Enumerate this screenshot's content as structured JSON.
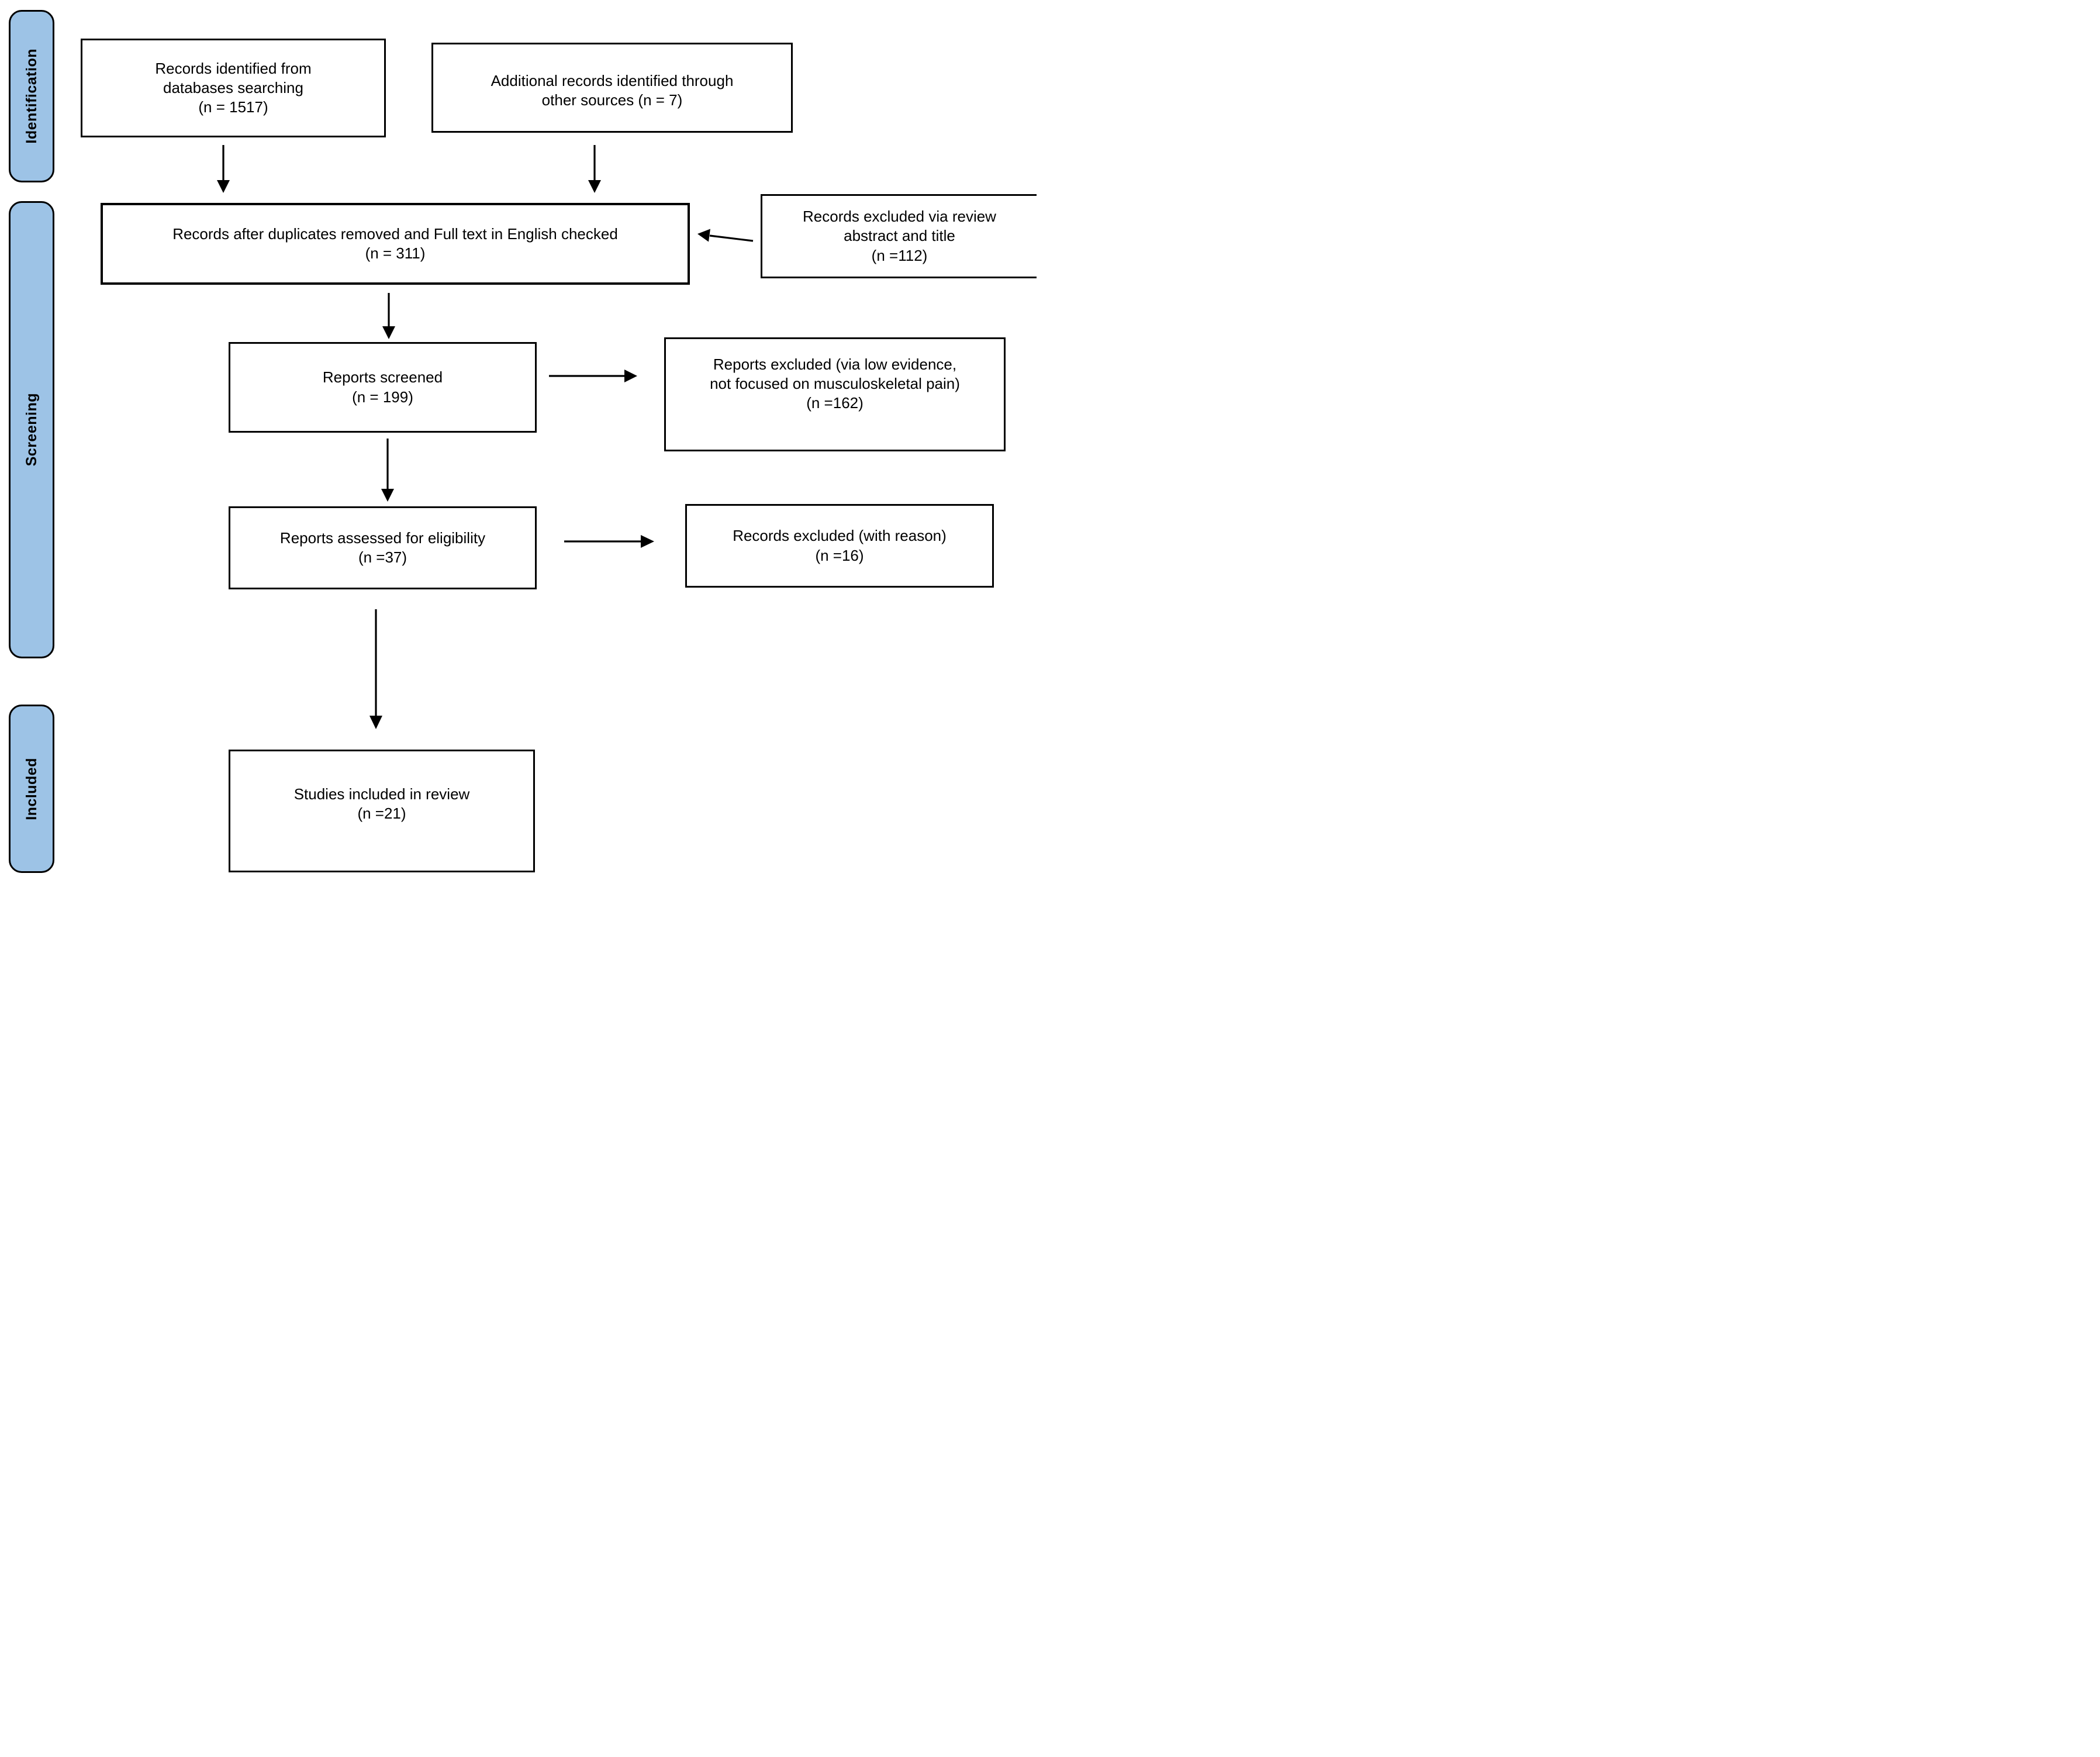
{
  "diagram_type": "PRISMA flow diagram",
  "colors": {
    "stage_fill": "#9DC3E6",
    "line": "#000000",
    "box_bg": "#FFFFFF",
    "text": "#000000"
  },
  "stages": [
    {
      "label": "Identification"
    },
    {
      "label": "Screening"
    },
    {
      "label": "Included"
    }
  ],
  "boxes": {
    "identified": {
      "text": "Records identified from\ndatabases searching\n(n = 1517)",
      "n": 1517
    },
    "additional": {
      "text": "Additional records identified through\nother sources (n = 7)",
      "n": 7
    },
    "deduplicated": {
      "text": "Records after duplicates removed and Full text in English checked\n(n = 311)",
      "n": 311
    },
    "excluded_title": {
      "text": "Records excluded via review\nabstract and title\n(n =112)",
      "n": 112
    },
    "screened": {
      "text": "Reports screened\n(n = 199)",
      "n": 199
    },
    "excluded_screen": {
      "text": "Reports excluded (via low evidence,\nnot focused on musculoskeletal pain)\n(n =162)",
      "n": 162
    },
    "assessed": {
      "text": "Reports assessed for eligibility\n(n =37)",
      "n": 37
    },
    "excluded_reason": {
      "text": "Records excluded (with reason)\n(n =16)",
      "n": 16
    },
    "included": {
      "text": "Studies included in review\n(n =21)",
      "n": 21
    }
  },
  "arrows": [
    {
      "from": "identified",
      "to": "deduplicated"
    },
    {
      "from": "additional",
      "to": "deduplicated"
    },
    {
      "from": "excluded_title",
      "to": "deduplicated"
    },
    {
      "from": "deduplicated",
      "to": "screened"
    },
    {
      "from": "screened",
      "to": "excluded_screen"
    },
    {
      "from": "screened",
      "to": "assessed"
    },
    {
      "from": "assessed",
      "to": "excluded_reason"
    },
    {
      "from": "assessed",
      "to": "included"
    }
  ]
}
